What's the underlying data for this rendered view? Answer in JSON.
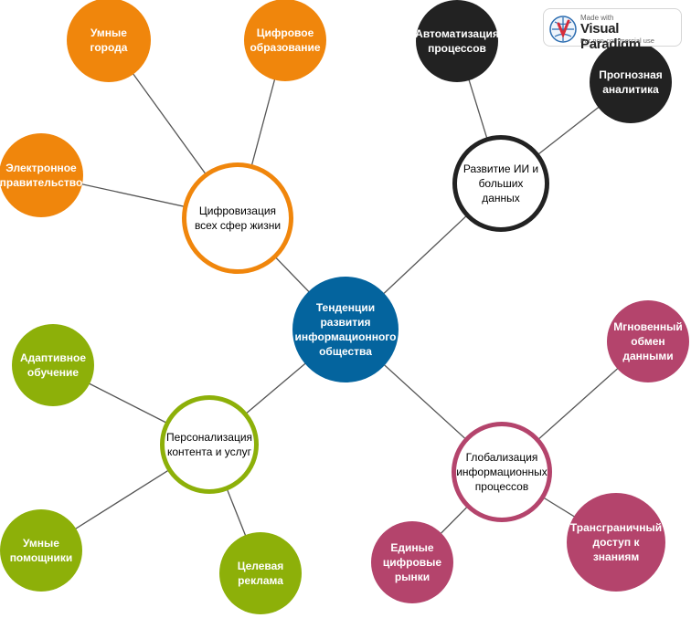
{
  "watermark": {
    "line1": "Made with",
    "brand": "Visual Paradigm",
    "line3": "For non-commercial use"
  },
  "colors": {
    "orange": "#f0860c",
    "black": "#222222",
    "blue": "#04649e",
    "green": "#8db009",
    "magenta": "#b4446c",
    "link": "#555555"
  },
  "diagram": {
    "center": {
      "label": "Тенденции развития информационного общества"
    },
    "branches": [
      {
        "id": "digitalization",
        "label": "Цифровизация всех сфер жизни",
        "color": "orange",
        "children": [
          {
            "id": "smart-cities",
            "label": "Умные города"
          },
          {
            "id": "digital-education",
            "label": "Цифровое образование"
          },
          {
            "id": "e-government",
            "label": "Электронное правительство"
          }
        ]
      },
      {
        "id": "ai-bigdata",
        "label": "Развитие ИИ и больших данных",
        "color": "black",
        "children": [
          {
            "id": "process-automation",
            "label": "Автоматизация процессов"
          },
          {
            "id": "predictive-analytics",
            "label": "Прогнозная аналитика"
          }
        ]
      },
      {
        "id": "personalization",
        "label": "Персонализация контента и услуг",
        "color": "green",
        "children": [
          {
            "id": "adaptive-learning",
            "label": "Адаптивное обучение"
          },
          {
            "id": "smart-assistants",
            "label": "Умные помощники"
          },
          {
            "id": "targeted-ads",
            "label": "Целевая реклама"
          }
        ]
      },
      {
        "id": "globalization",
        "label": "Глобализация информационных процессов",
        "color": "magenta",
        "children": [
          {
            "id": "instant-exchange",
            "label": "Мгновенный обмен данными"
          },
          {
            "id": "crossborder-access",
            "label": "Трансграничный доступ к знаниям"
          },
          {
            "id": "digital-markets",
            "label": "Единые цифровые рынки"
          }
        ]
      }
    ]
  }
}
